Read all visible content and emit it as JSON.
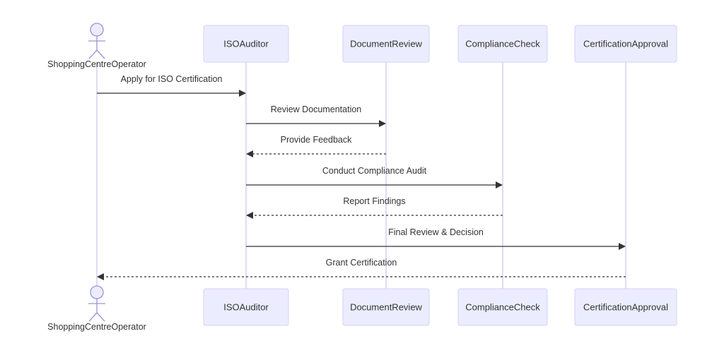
{
  "diagram": {
    "type": "sequence",
    "colors": {
      "box_fill": "#ECECFF",
      "box_stroke": "#D4D0F5",
      "lifeline": "#D4D0EE",
      "text": "#333333",
      "arrow": "#333333"
    },
    "participants": [
      {
        "id": "op",
        "label": "ShoppingCentreOperator",
        "kind": "actor",
        "icon": "person-icon"
      },
      {
        "id": "iso",
        "label": "ISOAuditor",
        "kind": "box"
      },
      {
        "id": "doc",
        "label": "DocumentReview",
        "kind": "box"
      },
      {
        "id": "comp",
        "label": "ComplianceCheck",
        "kind": "box"
      },
      {
        "id": "cert",
        "label": "CertificationApproval",
        "kind": "box"
      }
    ],
    "messages": [
      {
        "from": "op",
        "to": "iso",
        "label": "Apply for ISO Certification",
        "style": "solid"
      },
      {
        "from": "iso",
        "to": "doc",
        "label": "Review Documentation",
        "style": "solid"
      },
      {
        "from": "doc",
        "to": "iso",
        "label": "Provide Feedback",
        "style": "dotted"
      },
      {
        "from": "iso",
        "to": "comp",
        "label": "Conduct Compliance Audit",
        "style": "solid"
      },
      {
        "from": "comp",
        "to": "iso",
        "label": "Report Findings",
        "style": "dotted"
      },
      {
        "from": "iso",
        "to": "cert",
        "label": "Final Review & Decision",
        "style": "solid"
      },
      {
        "from": "cert",
        "to": "op",
        "label": "Grant Certification",
        "style": "dotted"
      }
    ]
  }
}
